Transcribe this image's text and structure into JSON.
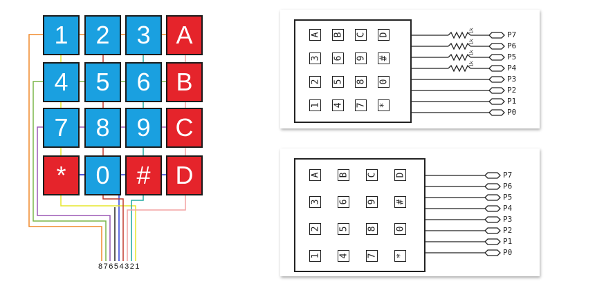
{
  "keypad": {
    "keys": [
      [
        "1",
        "2",
        "3",
        "A"
      ],
      [
        "4",
        "5",
        "6",
        "B"
      ],
      [
        "7",
        "8",
        "9",
        "C"
      ],
      [
        "*",
        "0",
        "#",
        "D"
      ]
    ],
    "colors": {
      "blue": "#1aa0e0",
      "red": "#e5242b"
    },
    "pin_numbers": "87654321",
    "wire_colors": [
      "#f08a2c",
      "#7ab648",
      "#9b59b6",
      "#2e3dd6",
      "#c0392b",
      "#1fa9a0",
      "#f3a2a2",
      "#e5e52b"
    ]
  },
  "schematic_with_resistors": {
    "keys": [
      [
        "A",
        "B",
        "C",
        "D"
      ],
      [
        "3",
        "6",
        "9",
        "#"
      ],
      [
        "2",
        "5",
        "8",
        "0"
      ],
      [
        "1",
        "4",
        "7",
        "*"
      ]
    ],
    "pins": [
      "P7",
      "P6",
      "P5",
      "P4",
      "P3",
      "P2",
      "P1",
      "P0"
    ],
    "resistor_labels": [
      "1k",
      "1k",
      "1k",
      "1k"
    ]
  },
  "schematic_plain": {
    "keys": [
      [
        "A",
        "B",
        "C",
        "D"
      ],
      [
        "3",
        "6",
        "9",
        "#"
      ],
      [
        "2",
        "5",
        "8",
        "0"
      ],
      [
        "1",
        "4",
        "7",
        "*"
      ]
    ],
    "pins": [
      "P7",
      "P6",
      "P5",
      "P4",
      "P3",
      "P2",
      "P1",
      "P0"
    ]
  }
}
